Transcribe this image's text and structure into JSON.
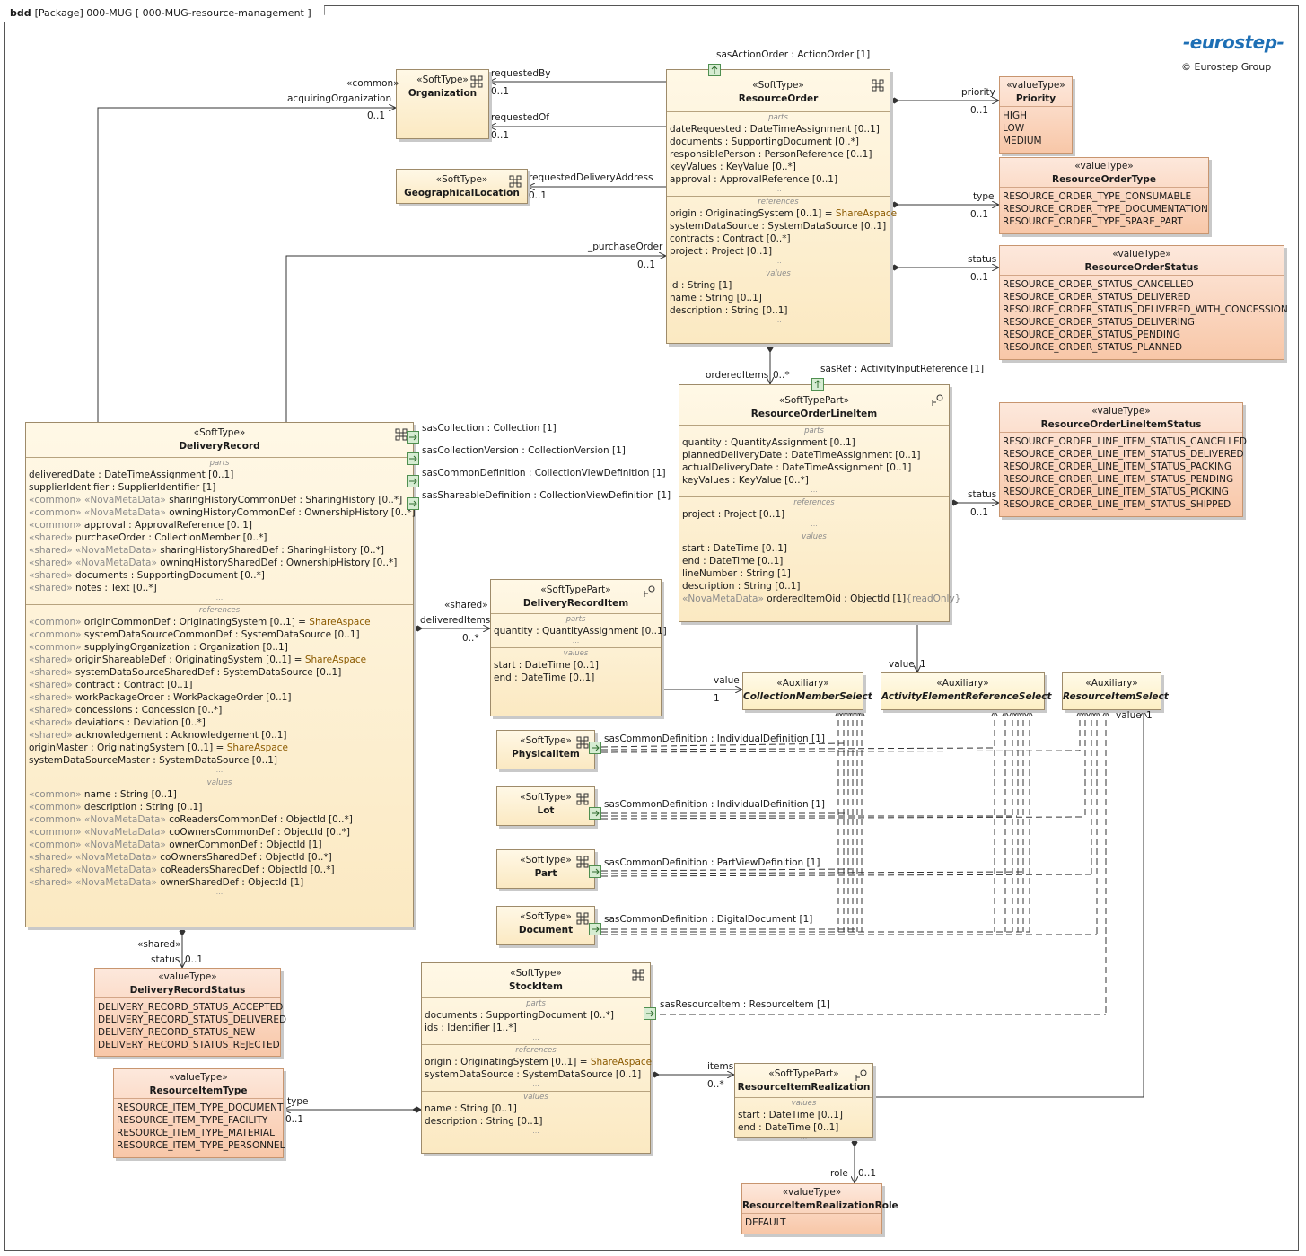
{
  "frame": {
    "kind": "bdd",
    "title": "[Package] 000-MUG [ 000-MUG-resource-management ]"
  },
  "brand": {
    "logo": "-eurostep-",
    "copyright": "© Eurostep Group"
  },
  "blocks": {
    "organization": {
      "stereo": "«SoftType»",
      "name": "Organization"
    },
    "geographical_location": {
      "stereo": "«SoftType»",
      "name": "GeographicalLocation"
    },
    "resource_order": {
      "stereo": "«SoftType»",
      "name": "ResourceOrder",
      "parts_title": "parts",
      "parts": [
        "dateRequested : DateTimeAssignment [0..1]",
        "documents : SupportingDocument [0..*]",
        "responsiblePerson : PersonReference [0..1]",
        "keyValues : KeyValue [0..*]",
        "approval : ApprovalReference [0..1]"
      ],
      "refs_title": "references",
      "refs": [
        "origin : OriginatingSystem [0..1] = ShareAspace",
        "systemDataSource : SystemDataSource [0..1]",
        "contracts : Contract [0..*]",
        "project : Project [0..1]"
      ],
      "values_title": "values",
      "values": [
        "id : String [1]",
        "name : String [0..1]",
        "description : String [0..1]"
      ]
    },
    "priority": {
      "stereo": "«valueType»",
      "name": "Priority",
      "literals": [
        "HIGH",
        "LOW",
        "MEDIUM"
      ]
    },
    "resource_order_type": {
      "stereo": "«valueType»",
      "name": "ResourceOrderType",
      "literals": [
        "RESOURCE_ORDER_TYPE_CONSUMABLE",
        "RESOURCE_ORDER_TYPE_DOCUMENTATION",
        "RESOURCE_ORDER_TYPE_SPARE_PART"
      ]
    },
    "resource_order_status": {
      "stereo": "«valueType»",
      "name": "ResourceOrderStatus",
      "literals": [
        "RESOURCE_ORDER_STATUS_CANCELLED",
        "RESOURCE_ORDER_STATUS_DELIVERED",
        "RESOURCE_ORDER_STATUS_DELIVERED_WITH_CONCESSION",
        "RESOURCE_ORDER_STATUS_DELIVERING",
        "RESOURCE_ORDER_STATUS_PENDING",
        "RESOURCE_ORDER_STATUS_PLANNED"
      ]
    },
    "line_item": {
      "stereo": "«SoftTypePart»",
      "name": "ResourceOrderLineItem",
      "parts_title": "parts",
      "parts": [
        "quantity : QuantityAssignment [0..1]",
        "plannedDeliveryDate : DateTimeAssignment [0..1]",
        "actualDeliveryDate : DateTimeAssignment [0..1]",
        "keyValues : KeyValue [0..*]"
      ],
      "refs_title": "references",
      "refs": [
        "project : Project [0..1]"
      ],
      "values_title": "values",
      "values": [
        "start : DateTime [0..1]",
        "end : DateTime [0..1]",
        "lineNumber : String [1]",
        "description : String [0..1]",
        "«NovaMetaData» orderedItemOid : ObjectId [1]{readOnly}"
      ]
    },
    "line_item_status": {
      "stereo": "«valueType»",
      "name": "ResourceOrderLineItemStatus",
      "literals": [
        "RESOURCE_ORDER_LINE_ITEM_STATUS_CANCELLED",
        "RESOURCE_ORDER_LINE_ITEM_STATUS_DELIVERED",
        "RESOURCE_ORDER_LINE_ITEM_STATUS_PACKING",
        "RESOURCE_ORDER_LINE_ITEM_STATUS_PENDING",
        "RESOURCE_ORDER_LINE_ITEM_STATUS_PICKING",
        "RESOURCE_ORDER_LINE_ITEM_STATUS_SHIPPED"
      ]
    },
    "delivery_record": {
      "stereo": "«SoftType»",
      "name": "DeliveryRecord",
      "parts_title": "parts",
      "parts": [
        "deliveredDate : DateTimeAssignment [0..1]",
        "supplierIdentifier : SupplierIdentifier [1]",
        "«common» «NovaMetaData» sharingHistoryCommonDef : SharingHistory [0..*]",
        "«common» «NovaMetaData» owningHistoryCommonDef : OwnershipHistory [0..*]",
        "«common» approval : ApprovalReference [0..1]",
        "«shared» purchaseOrder : CollectionMember [0..*]",
        "«shared» «NovaMetaData» sharingHistorySharedDef : SharingHistory [0..*]",
        "«shared» «NovaMetaData» owningHistorySharedDef : OwnershipHistory [0..*]",
        "«shared» documents : SupportingDocument [0..*]",
        "«shared» notes : Text [0..*]"
      ],
      "refs_title": "references",
      "refs": [
        "«common» originCommonDef : OriginatingSystem [0..1] = ShareAspace",
        "«common» systemDataSourceCommonDef : SystemDataSource [0..1]",
        "«common» supplyingOrganization : Organization [0..1]",
        "«shared» originShareableDef : OriginatingSystem [0..1] = ShareAspace",
        "«shared» systemDataSourceSharedDef : SystemDataSource [0..1]",
        "«shared» contract : Contract [0..1]",
        "«shared» workPackageOrder : WorkPackageOrder [0..1]",
        "«shared» concessions : Concession [0..*]",
        "«shared» deviations : Deviation [0..*]",
        "«shared» acknowledgement : Acknowledgement [0..1]",
        "originMaster : OriginatingSystem [0..1] = ShareAspace",
        "systemDataSourceMaster : SystemDataSource [0..1]"
      ],
      "values_title": "values",
      "values": [
        "«common» name : String [0..1]",
        "«common» description : String [0..1]",
        "«common» «NovaMetaData» coReadersCommonDef : ObjectId [0..*]",
        "«common» «NovaMetaData» coOwnersCommonDef : ObjectId [0..*]",
        "«common» «NovaMetaData» ownerCommonDef : ObjectId [1]",
        "«shared» «NovaMetaData» coOwnersSharedDef : ObjectId [0..*]",
        "«shared» «NovaMetaData» coReadersSharedDef : ObjectId [0..*]",
        "«shared» «NovaMetaData» ownerSharedDef : ObjectId [1]"
      ]
    },
    "delivery_record_item": {
      "stereo": "«SoftTypePart»",
      "name": "DeliveryRecordItem",
      "parts_title": "parts",
      "parts": [
        "quantity : QuantityAssignment [0..1]"
      ],
      "values_title": "values",
      "values": [
        "start : DateTime [0..1]",
        "end : DateTime [0..1]"
      ]
    },
    "collection_member_select": {
      "stereo": "«Auxiliary»",
      "name": "CollectionMemberSelect"
    },
    "activity_element_reference_select": {
      "stereo": "«Auxiliary»",
      "name": "ActivityElementReferenceSelect"
    },
    "resource_item_select": {
      "stereo": "«Auxiliary»",
      "name": "ResourceItemSelect"
    },
    "physical_item": {
      "stereo": "«SoftType»",
      "name": "PhysicalItem"
    },
    "lot": {
      "stereo": "«SoftType»",
      "name": "Lot"
    },
    "part": {
      "stereo": "«SoftType»",
      "name": "Part"
    },
    "document": {
      "stereo": "«SoftType»",
      "name": "Document"
    },
    "delivery_record_status": {
      "stereo": "«valueType»",
      "name": "DeliveryRecordStatus",
      "literals": [
        "DELIVERY_RECORD_STATUS_ACCEPTED",
        "DELIVERY_RECORD_STATUS_DELIVERED",
        "DELIVERY_RECORD_STATUS_NEW",
        "DELIVERY_RECORD_STATUS_REJECTED"
      ]
    },
    "stock_item": {
      "stereo": "«SoftType»",
      "name": "StockItem",
      "parts_title": "parts",
      "parts": [
        "documents : SupportingDocument [0..*]",
        "ids : Identifier [1..*]"
      ],
      "refs_title": "references",
      "refs": [
        "origin : OriginatingSystem [0..1] = ShareAspace",
        "systemDataSource : SystemDataSource [0..1]"
      ],
      "values_title": "values",
      "values": [
        "name : String [0..1]",
        "description : String [0..1]"
      ]
    },
    "resource_item_type": {
      "stereo": "«valueType»",
      "name": "ResourceItemType",
      "literals": [
        "RESOURCE_ITEM_TYPE_DOCUMENT",
        "RESOURCE_ITEM_TYPE_FACILITY",
        "RESOURCE_ITEM_TYPE_MATERIAL",
        "RESOURCE_ITEM_TYPE_PERSONNEL"
      ]
    },
    "resource_item_realization": {
      "stereo": "«SoftTypePart»",
      "name": "ResourceItemRealization",
      "values_title": "values",
      "values": [
        "start : DateTime [0..1]",
        "end : DateTime [0..1]"
      ]
    },
    "resource_item_realization_role": {
      "stereo": "«valueType»",
      "name": "ResourceItemRealizationRole",
      "literals": [
        "DEFAULT"
      ]
    }
  },
  "labels": {
    "sas_action_order": "sasActionOrder : ActionOrder [1]",
    "common": "«common»",
    "acquiring_organization": "acquiringOrganization",
    "acq_mult": "0..1",
    "requested_by": "requestedBy",
    "requested_by_mult": "0..1",
    "requested_of": "requestedOf",
    "requested_of_mult": "0..1",
    "requested_delivery_address": "requestedDeliveryAddress",
    "rda_mult": "0..1",
    "purchase_order": "_purchaseOrder",
    "purchase_order_mult": "0..1",
    "priority": "priority",
    "priority_mult": "0..1",
    "type": "type",
    "type_mult": "0..1",
    "status": "status",
    "status_mult": "0..1",
    "ordered_items": "orderedItems",
    "ordered_items_mult": "0..*",
    "sas_ref": "sasRef : ActivityInputReference [1]",
    "li_status": "status",
    "li_status_mult": "0..1",
    "value_a": "value",
    "value_a_mult": "1",
    "value_b": "value",
    "value_b_mult": "1",
    "value_c": "value",
    "value_c_mult": "1",
    "sas_collection": "sasCollection : Collection [1]",
    "sas_collection_version": "sasCollectionVersion : CollectionVersion [1]",
    "sas_common_definition": "sasCommonDefinition : CollectionViewDefinition [1]",
    "sas_shareable_definition": "sasShareableDefinition : CollectionViewDefinition [1]",
    "shared": "«shared»",
    "delivered_items": "deliveredItems",
    "delivered_items_mult": "0..*",
    "pi_def": "sasCommonDefinition : IndividualDefinition [1]",
    "lot_def": "sasCommonDefinition : IndividualDefinition [1]",
    "part_def": "sasCommonDefinition : PartViewDefinition [1]",
    "doc_def": "sasCommonDefinition : DigitalDocument [1]",
    "dr_shared": "«shared»",
    "dr_status": "status",
    "dr_status_mult": "0..1",
    "sas_resource_item": "sasResourceItem : ResourceItem [1]",
    "items": "items",
    "items_mult": "0..*",
    "si_type": "type",
    "si_type_mult": "0..1",
    "role": "role",
    "role_mult": "0..1"
  }
}
